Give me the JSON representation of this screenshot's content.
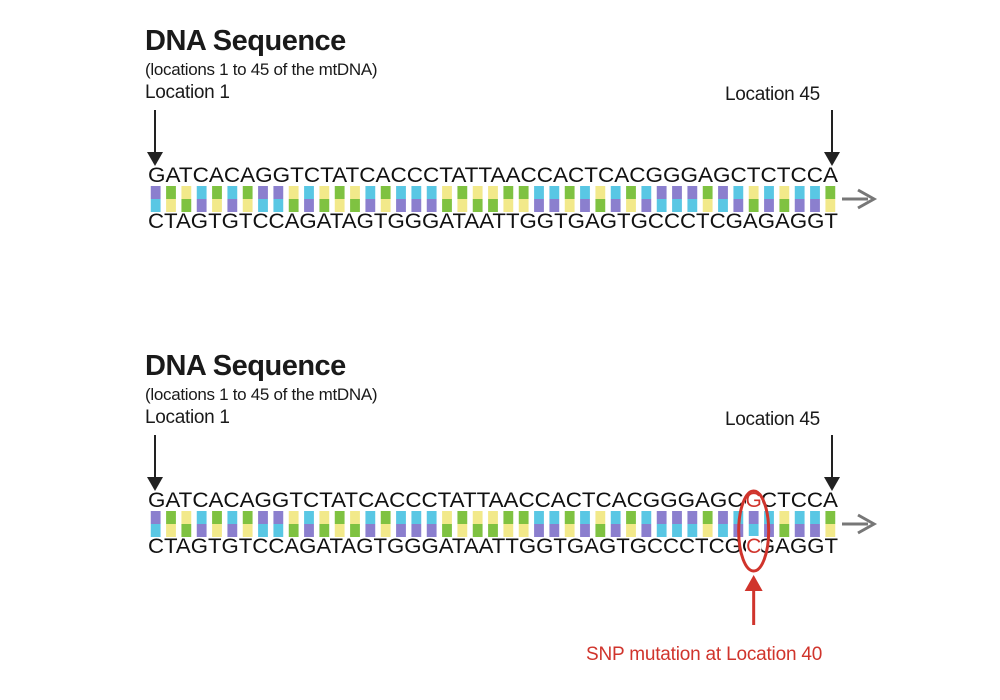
{
  "panels": [
    {
      "title": "DNA Sequence",
      "subtitle": "(locations 1 to 45 of the mtDNA)",
      "location_left_label": "Location 1",
      "location_right_label": "Location 45",
      "top_strand": "GATCACAGGTCTATCACCCTATTAACCACTCACGGGAGCTCTCCA",
      "bottom_strand": "CTAGTGTCCAGATAGTGGGATAATTGGTGAGTGCCCTCGAGAGGT"
    },
    {
      "title": "DNA Sequence",
      "subtitle": "(locations 1 to 45 of the mtDNA)",
      "location_left_label": "Location 1",
      "location_right_label": "Location 45",
      "top_strand": "GATCACAGGTCTATCACCCTATTAACCACTCACGGGAGCGCTCCA",
      "bottom_strand": "CTAGTGTCCAGATAGTGGGATAATTGGTGAGTGCCCTCGCGAGGT",
      "snp_location": 40,
      "snp_label": "SNP mutation at Location 40"
    }
  ],
  "colors": {
    "A": "#7fc241",
    "T": "#f2e98a",
    "G": "#8b7fce",
    "C": "#59c7e4",
    "highlight": "#d0342c",
    "arrow": "#222222",
    "direction_arrow": "#777777"
  }
}
